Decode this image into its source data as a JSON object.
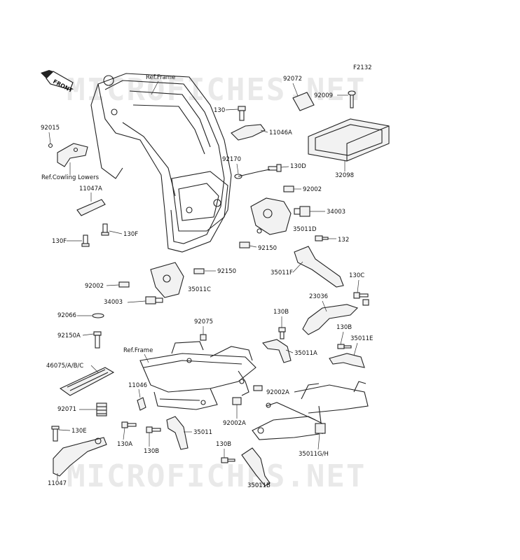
{
  "figure_code": "F2132",
  "watermark": [
    "MICROFICHES.NET",
    "MICROFICHES.NET"
  ],
  "front_label": "FRONT",
  "labels": {
    "ref_frame_top": "Ref.Frame",
    "ref_frame_mid": "Ref.Frame",
    "ref_cowling": "Ref.Cowling Lowers",
    "p92072": "92072",
    "p92009": "92009",
    "p32098": "32098",
    "p130_top": "130",
    "p11046A": "11046A",
    "p92170": "92170",
    "p130D": "130D",
    "p92002_r": "92002",
    "p34003_r": "34003",
    "p35011D": "35011D",
    "p92150_r": "92150",
    "p132": "132",
    "p35011F": "35011F",
    "p130C": "130C",
    "p23036": "23036",
    "p130B_1": "130B",
    "p130B_2": "130B",
    "p35011E": "35011E",
    "p35011A": "35011A",
    "p92015": "92015",
    "p11047A": "11047A",
    "p130F_1": "130F",
    "p130F_2": "130F",
    "p92150_l": "92150",
    "p92002_l": "92002",
    "p35011C": "35011C",
    "p34003_l": "34003",
    "p92066": "92066",
    "p92150A": "92150A",
    "p46075": "46075/A/B/C",
    "p92071": "92071",
    "p130E": "130E",
    "p11047": "11047",
    "p92075": "92075",
    "p11046": "11046",
    "p130A": "130A",
    "p130B_3": "130B",
    "p35011": "35011",
    "p92002A_1": "92002A",
    "p92002A_2": "92002A",
    "p130B_4": "130B",
    "p35011B": "35011B",
    "p35011GH": "35011G/H"
  }
}
